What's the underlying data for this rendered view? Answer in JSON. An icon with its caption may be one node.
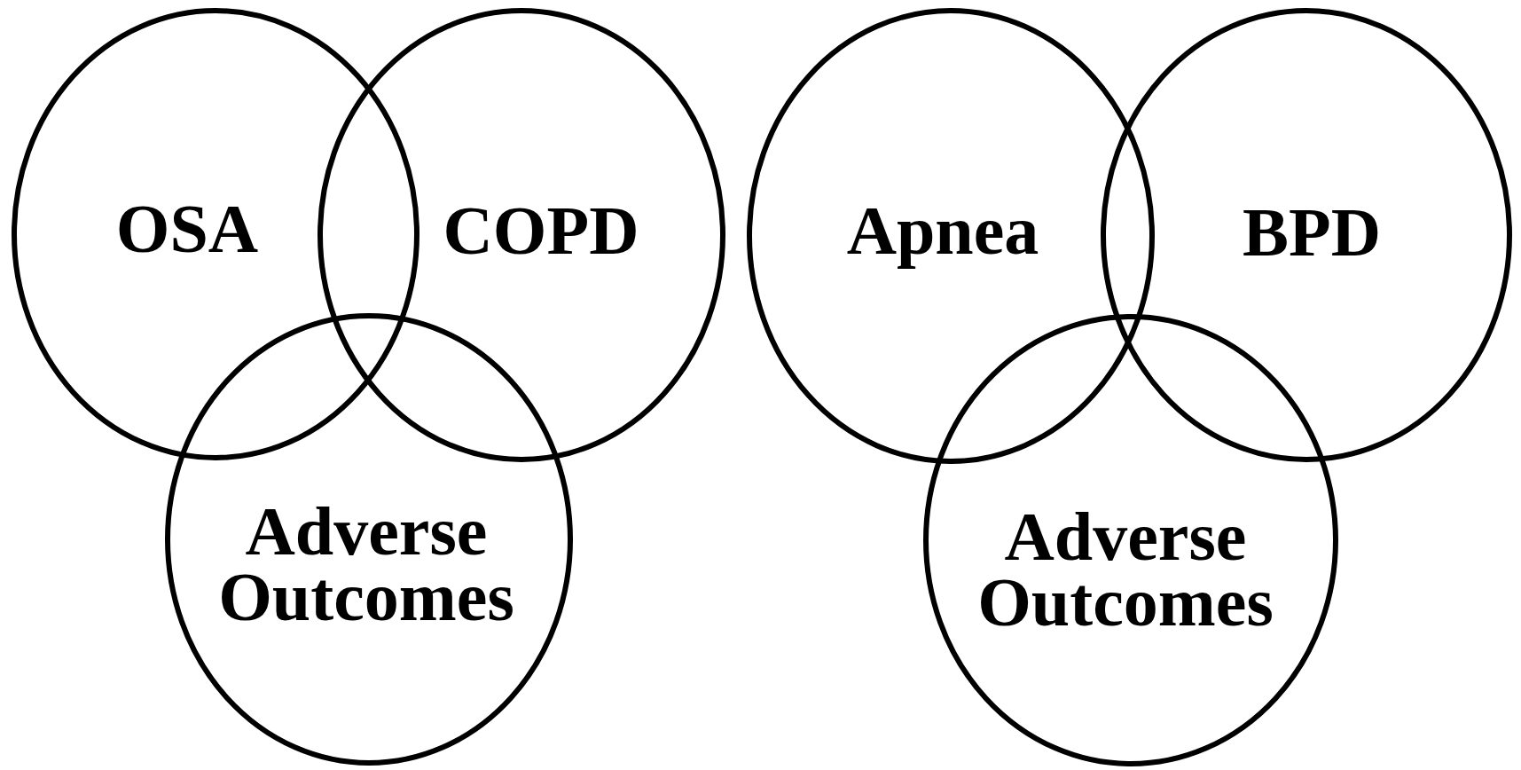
{
  "diagram": {
    "nodes": [
      {
        "text": [
          "OSA"
        ]
      },
      {
        "text": [
          "COPD"
        ]
      },
      {
        "text": [
          "Adverse Outcomes"
        ]
      },
      {
        "text": [
          "Apnea"
        ]
      },
      {
        "text": [
          "BPD"
        ]
      },
      {
        "text": [
          "Adverse Outcomes"
        ]
      }
    ]
  }
}
